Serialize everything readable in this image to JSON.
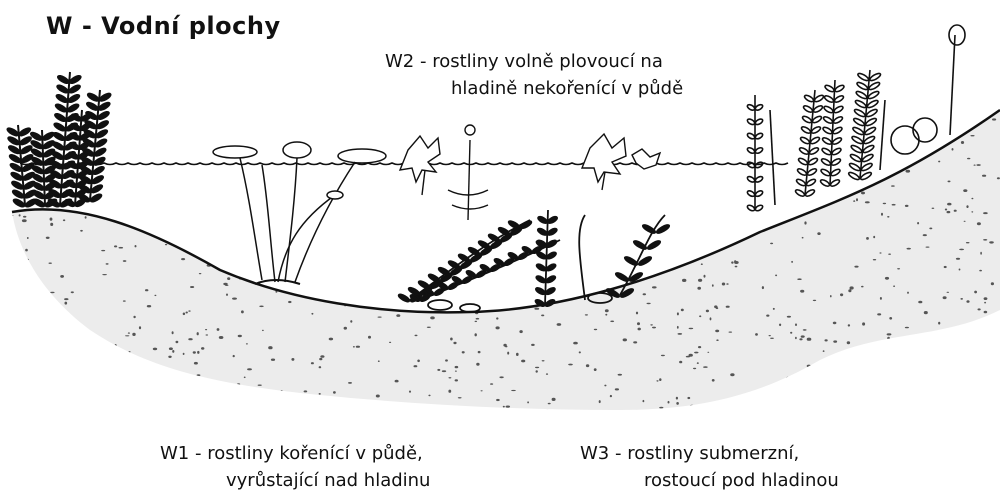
{
  "title": "W - Vodní plochy",
  "labels": {
    "w2": [
      "W2 - rostliny volně plovoucí na",
      "hladině nekořenící v půdě"
    ],
    "w1": [
      "W1 - rostliny kořenící v půdě,",
      "vyrůstající nad hladinu"
    ],
    "w3": [
      "W3 - rostliny submerzní,",
      "rostoucí pod hladinou"
    ]
  },
  "colors": {
    "ink": "#111111",
    "sediment": "#e8e8e8",
    "stipple": "#555555"
  }
}
